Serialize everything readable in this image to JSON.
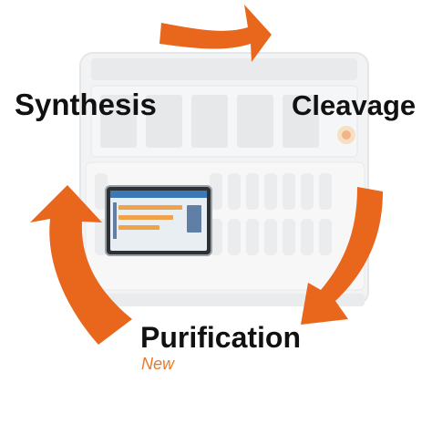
{
  "labels": {
    "synthesis": "Synthesis",
    "cleavage": "Cleavage",
    "purification": "Purification",
    "badge_new": "New"
  },
  "colors": {
    "arrow": "#e8671c",
    "badge": "#e8792a",
    "label": "#111111",
    "instrument_faded": "#c9cccf"
  },
  "icons": [
    "cycle-arrow-icon"
  ]
}
